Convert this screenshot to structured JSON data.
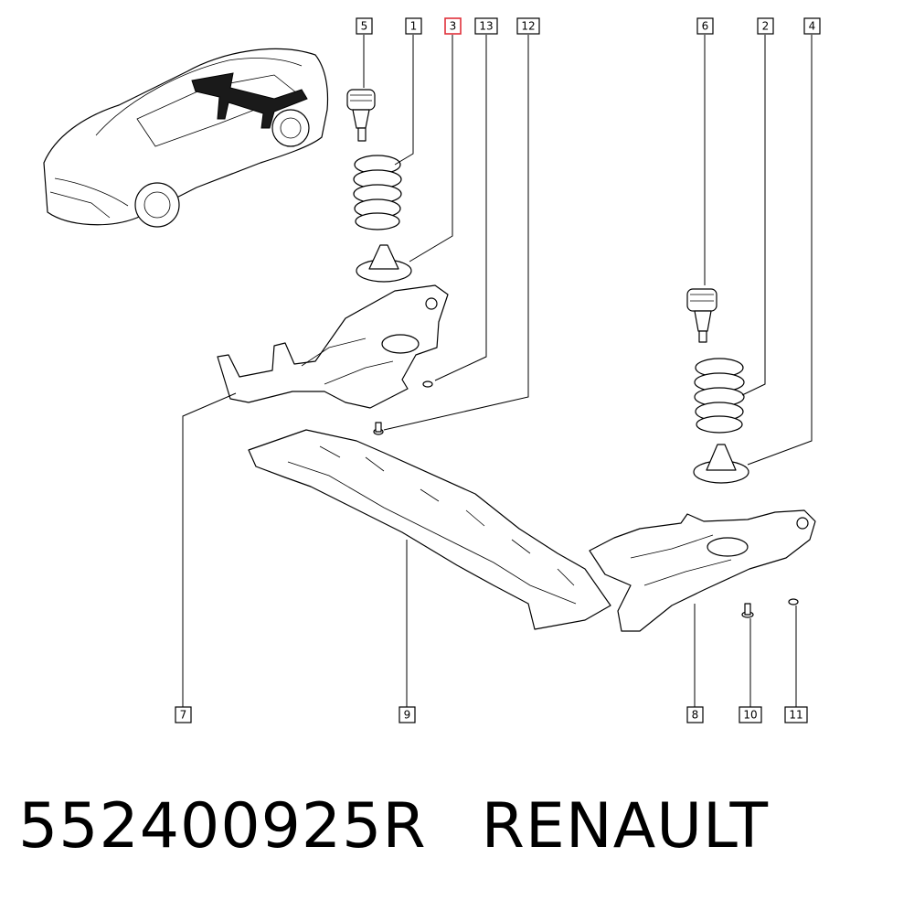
{
  "diagram": {
    "callouts": [
      "1",
      "2",
      "3",
      "4",
      "5",
      "6",
      "7",
      "8",
      "9",
      "10",
      "11",
      "12",
      "13"
    ],
    "highlighted_callout": "3",
    "highlight_color": "#e0303a"
  },
  "footer": {
    "part_number": "552400925R",
    "brand": "RENAULT"
  }
}
